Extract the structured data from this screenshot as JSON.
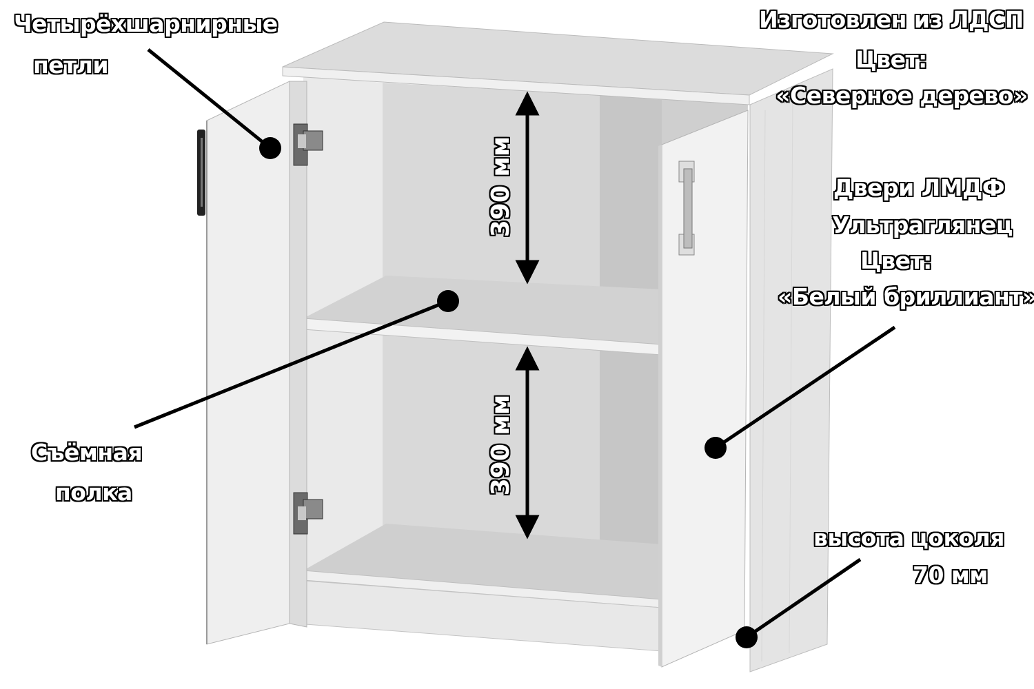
{
  "callouts": {
    "hinges": {
      "line1": "Четырёхшарнирные",
      "line2": "петли"
    },
    "material": {
      "line1": "Изготовлен из ЛДСП",
      "line2": "Цвет:",
      "line3": "«Северное дерево»"
    },
    "doors": {
      "line1": "Двери ЛМДФ",
      "line2": "Ультраглянец",
      "line3": "Цвет:",
      "line4": "«Белый бриллиант»"
    },
    "shelf": {
      "line1": "Съёмная",
      "line2": "полка"
    },
    "plinth": {
      "line1": "высота цоколя",
      "line2": "70 мм"
    }
  },
  "dimensions": {
    "upper": "390 мм",
    "lower": "390 мм"
  }
}
